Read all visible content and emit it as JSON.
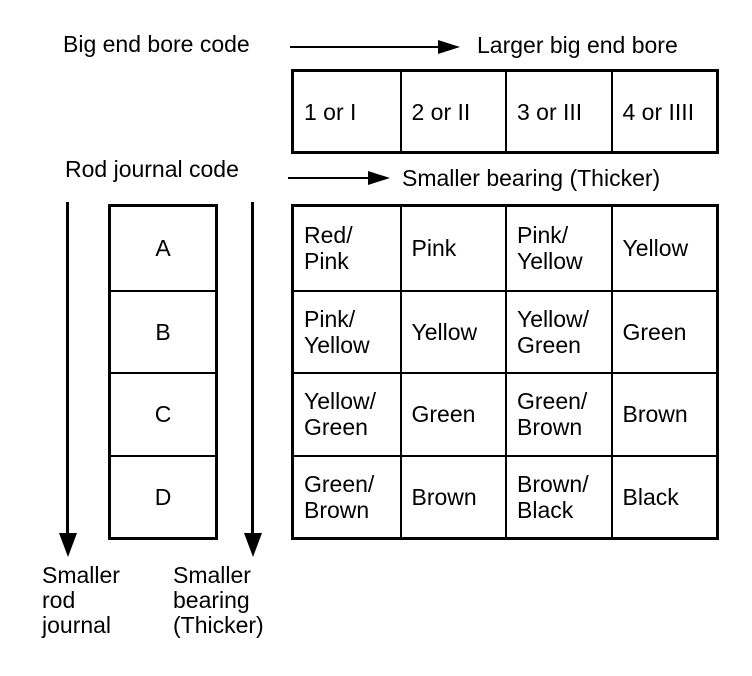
{
  "diagram": {
    "background_color": "#ffffff",
    "line_color": "#000000",
    "icons": {
      "right_arrow": "right-arrow",
      "down_arrow": "down-arrow"
    }
  },
  "annotations": {
    "big_end_bore_code": "Big end bore code",
    "larger_big_end_bore": "Larger big end bore",
    "rod_journal_code": "Rod journal code",
    "smaller_bearing_row": "Smaller bearing (Thicker)",
    "smaller_rod_journal": [
      "Smaller",
      "rod",
      "journal"
    ],
    "smaller_bearing_col": [
      "Smaller",
      "bearing",
      "(Thicker)"
    ]
  },
  "big_end_bore_header": {
    "cells": [
      "1 or I",
      "2 or II",
      "3 or III",
      "4 or IIII"
    ]
  },
  "rod_journal_codes": {
    "cells": [
      "A",
      "B",
      "C",
      "D"
    ]
  },
  "bearing_color_grid": {
    "rows": [
      {
        "cells": [
          [
            "Red/",
            "Pink"
          ],
          [
            "Pink"
          ],
          [
            "Pink/",
            "Yellow"
          ],
          [
            "Yellow"
          ]
        ]
      },
      {
        "cells": [
          [
            "Pink/",
            "Yellow"
          ],
          [
            "Yellow"
          ],
          [
            "Yellow/",
            "Green"
          ],
          [
            "Green"
          ]
        ]
      },
      {
        "cells": [
          [
            "Yellow/",
            "Green"
          ],
          [
            "Green"
          ],
          [
            "Green/",
            "Brown"
          ],
          [
            "Brown"
          ]
        ]
      },
      {
        "cells": [
          [
            "Green/",
            "Brown"
          ],
          [
            "Brown"
          ],
          [
            "Brown/",
            "Black"
          ],
          [
            "Black"
          ]
        ]
      }
    ]
  }
}
